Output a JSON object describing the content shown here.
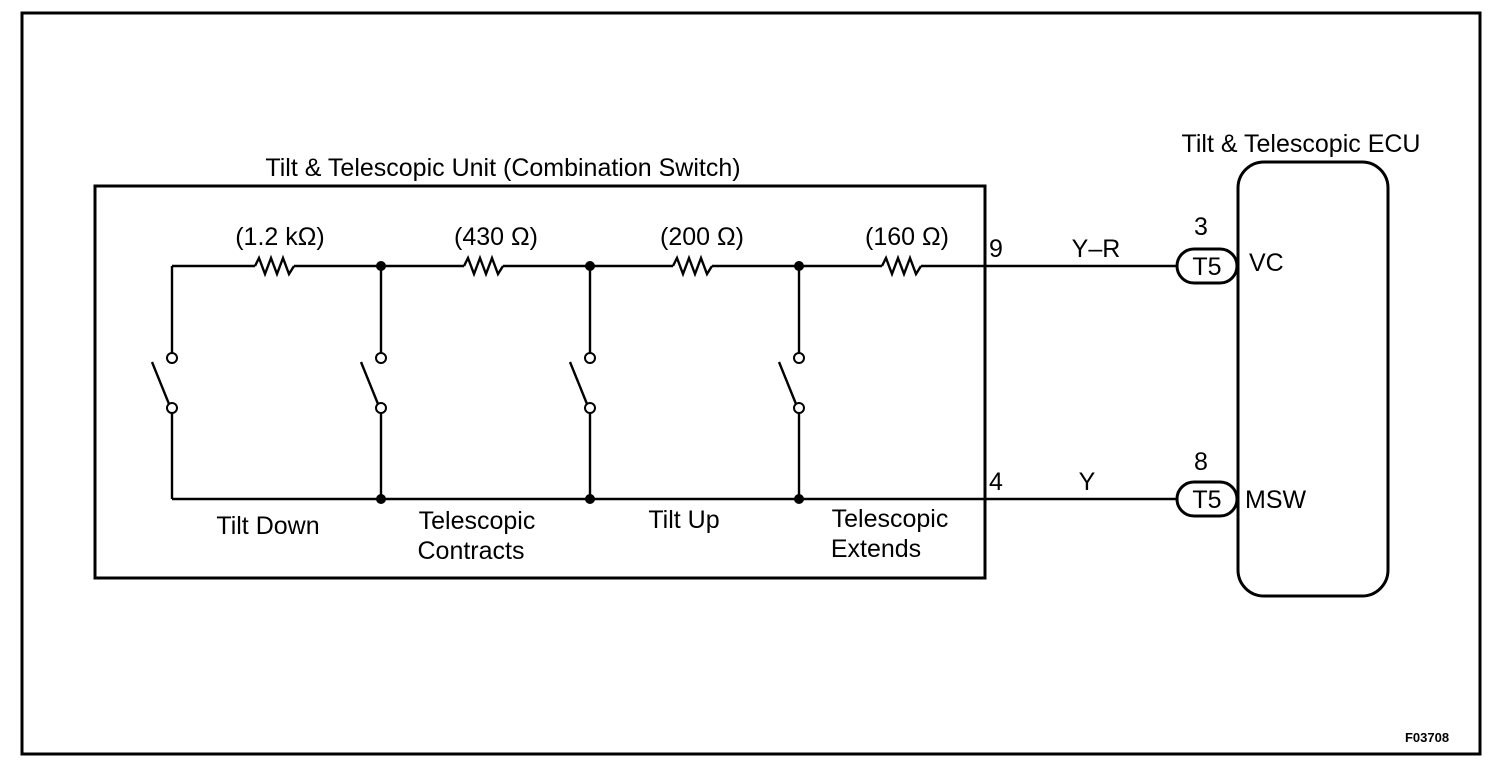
{
  "figure_id": "F03708",
  "unit": {
    "title": "Tilt & Telescopic Unit (Combination Switch)",
    "resistors": [
      "(1.2 kΩ)",
      "(430 Ω)",
      "(200 Ω)",
      "(160 Ω)"
    ],
    "switch_labels": [
      [
        "Tilt Down"
      ],
      [
        "Telescopic",
        "Contracts"
      ],
      [
        "Tilt Up"
      ],
      [
        "Telescopic",
        "Extends"
      ]
    ],
    "pin_top": "9",
    "pin_bottom": "4"
  },
  "wires": {
    "top": "Y–R",
    "bottom": "Y"
  },
  "ecu": {
    "title": "Tilt & Telescopic ECU",
    "connectors": [
      {
        "pin": "3",
        "name": "T5",
        "terminal": "VC"
      },
      {
        "pin": "8",
        "name": "T5",
        "terminal": "MSW"
      }
    ]
  }
}
